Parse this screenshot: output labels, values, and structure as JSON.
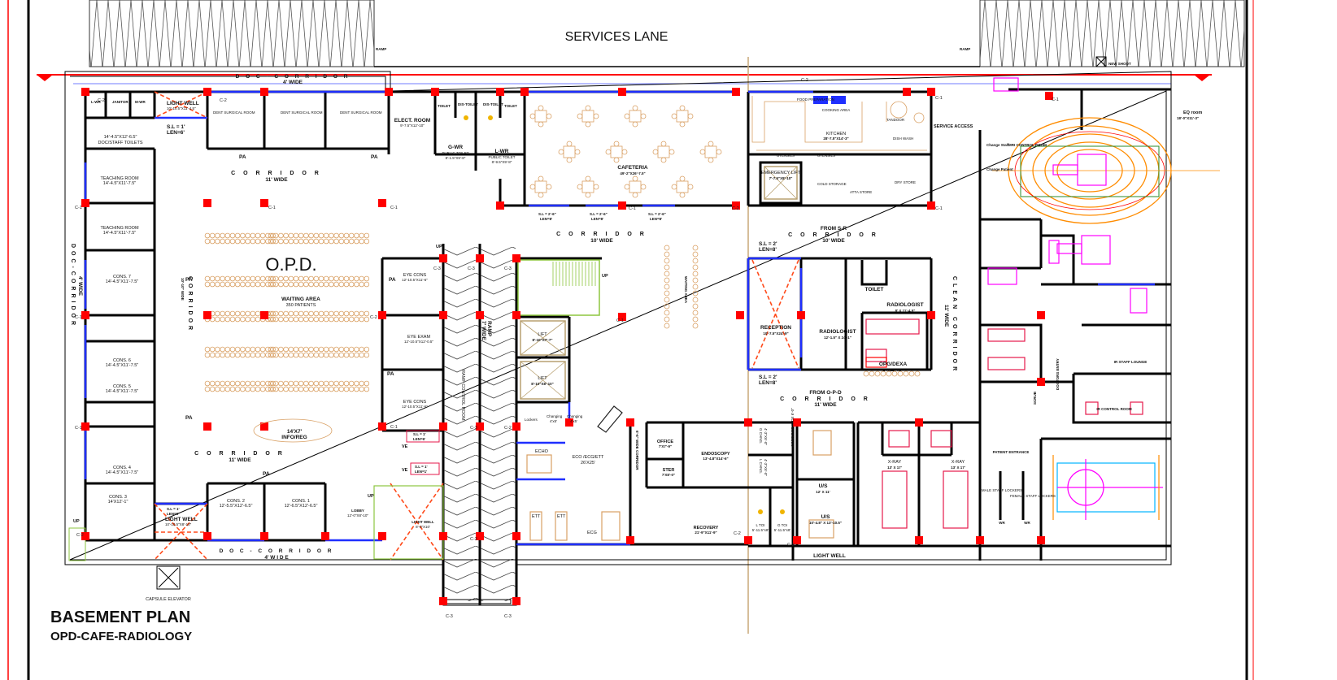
{
  "title": {
    "main": "BASEMENT PLAN",
    "sub": "OPD-CAFE-RADIOLOGY"
  },
  "site": {
    "services_lane": "SERVICES LANE",
    "ramp_left": "RAMP",
    "ramp_right": "RAMP",
    "new_shoot": "NEW SHOOT",
    "capsule_elevator": "CAPSULE ELEVATOR",
    "light_well_bottom": "LIGHT WELL",
    "up": "UP"
  },
  "columns": {
    "c1": "C-1",
    "c2": "C-2",
    "c3": "C-3"
  },
  "opd": {
    "title": "O.P.D.",
    "waiting": {
      "name": "WAITING AREA",
      "capacity": "350 PATIENTS"
    },
    "doc_corridor_top": {
      "name": "D O C - C O R R I D O R",
      "width": "4' WIDE"
    },
    "doc_corridor_left": {
      "name": "DOC-CORRIDOR",
      "width": "4' WIDE"
    },
    "doc_corridor_bottom": {
      "name": "D O C - C O R R I D O R",
      "width": "4' W I D E"
    },
    "corridor_top": {
      "name": "C O R R I D O R",
      "width": "11' WIDE"
    },
    "corridor_left": {
      "name": "CORRIDOR",
      "width": "10'-10\" WIDE"
    },
    "corridor_bottom": {
      "name": "C O R R I D O R",
      "width": "11' WIDE"
    },
    "light_well_top": {
      "name": "LIGHT WELL",
      "size": "10'-10.5\"X11'-4.5\"",
      "sill": "S.L = 1'",
      "len": "LEN=6'"
    },
    "light_well_bottom": {
      "name": "LIGHT WELL",
      "size": "10'-10.5\"X8'-10\"",
      "sill": "S.L = 1'",
      "len": "LEN=6'"
    },
    "light_well_stair": {
      "name": "LIGHT WELL",
      "size": "8'-0\"X10'"
    },
    "toilets_top": {
      "l_wr": "L-WR",
      "janitor": "JANITOR",
      "m_wr": "M-WR",
      "size": "14'-4.5\"X12'-6.5\"",
      "name": "DOC/STAFF TOILETS"
    },
    "dent_room": "DENT SURGICAL ROOM",
    "pa": "PA",
    "teaching": [
      {
        "name": "TEACHING ROOM",
        "size": "14'-4.5\"X11'-7.5\""
      },
      {
        "name": "TEACHING ROOM",
        "size": "14'-4.5\"X11'-7.5\""
      }
    ],
    "consults": [
      {
        "name": "CONS. 7",
        "size": "14'-4.5\"X11'-7.5\""
      },
      {
        "name": "CONS. 6",
        "size": "14'-4.5\"X11'-7.5\""
      },
      {
        "name": "CONS. 5",
        "size": "14'-4.5\"X11'-7.5\""
      },
      {
        "name": "CONS. 4",
        "size": "14'-4.5\"X11'-7.5\""
      },
      {
        "name": "CONS. 3",
        "size": "14'X12'-1\""
      },
      {
        "name": "CONS. 2",
        "size": "12'-5.5\"X12'-6.5\""
      },
      {
        "name": "CONS. 1",
        "size": "12'-6.5\"X12'-6.5\""
      }
    ],
    "eye": [
      {
        "name": "EYE CONS",
        "size": "12'-10.5\"X11'-6\""
      },
      {
        "name": "EYE EXAM",
        "size": "12'-10.5\"X12'-0.5\""
      },
      {
        "name": "EYE CONS",
        "size": "12'-10.5\"X11'-6\""
      }
    ],
    "info": {
      "size": "14'X7'",
      "name": "INFO/REG"
    },
    "lobby": {
      "name": "LOBBY",
      "size": "12'-0\"X8'-10\""
    },
    "eye_sill_1": {
      "sill": "S.L = 1'",
      "len": "LEN=6'"
    },
    "eye_sill_2": {
      "sill": "S.L = 1'",
      "len": "LEN=1'"
    },
    "ve": "VE"
  },
  "services": {
    "elect": {
      "name": "ELECT. ROOM",
      "size": "9'-7.5\"X12'-10\""
    },
    "toilet": "TOILET",
    "dis_toilet": "DIS-TOILET",
    "g_wr": {
      "name": "G-WR",
      "sub": "PUBLIC TOILET",
      "size": "8'-1.5\"X9'-8\""
    },
    "l_wr": {
      "name": "L-WR",
      "sub": "PUBLIC TOILET",
      "size": "8'-9.5\"X9'-8\""
    }
  },
  "cafe": {
    "name": "CAFETERIA",
    "size": "49'-2\"X26'-7.5\"",
    "sill": "S.L = 2'-6\"",
    "len": "LEN=8'",
    "corridor": {
      "name": "C O R R I D O R",
      "width": "10' WIDE"
    }
  },
  "kitchen": {
    "name": "KITCHEN",
    "size": "28'-7.5\"X14'-3\"",
    "food_prep": "FOOD PREPARATION",
    "cooking": "COOKING AREA",
    "tandoor": "TANDOOR",
    "dish_wash": "DISH WASH",
    "utensils": "UTENSILS",
    "cold_storage": "COLD STORAGE",
    "atta_store": "ATTA STORE",
    "dry_store": "DRY STORE",
    "emergency_lift": {
      "name": "EMERGENCY LIFT",
      "size": "7'-7.5\"X8'-10\""
    },
    "service_access": "SERVICE ACCESS"
  },
  "core": {
    "ramp": {
      "name": "RAMP",
      "width": "7' WIDE"
    },
    "ramp_control": "RAMP CONTROL ROOM",
    "lift1": {
      "name": "LIFT",
      "size": "8'-10\"X7'-7\""
    },
    "lift2": {
      "name": "LIFT",
      "size": "8'-10\"X8'-10\""
    },
    "waiting": "WAITING AREA"
  },
  "cardiac": {
    "lockers": "Lockers",
    "changing": "Changing",
    "changing_size": "4'x5'",
    "echo": "ECHO",
    "eco": {
      "name": "ECO /ECG/ETT",
      "size": "26'X25'"
    },
    "ett": "ETT",
    "ecg": "ECG",
    "corridor": "6'-6\" WIDE CORRIDOR"
  },
  "endo": {
    "office": {
      "name": "OFFICE",
      "size": "7'X7'-9\""
    },
    "ster": {
      "name": "STER",
      "size": "7'X8'-0\""
    },
    "endoscopy": {
      "name": "ENDOSCOPY",
      "size": "13'-4.8\"X14'-6\""
    },
    "recovery": {
      "name": "RECOVERY",
      "size": "21'-9\"X11'-9\""
    },
    "g_chng": {
      "name": "G CHNG.",
      "size": "4'-3\"X6'-0\""
    },
    "l_chng": {
      "name": "L CHNG.",
      "size": "4'-3\"X6'-0\""
    },
    "l_toi": {
      "name": "L TOI",
      "size": "5'-11.5\"x8'"
    },
    "g_toi": {
      "name": "G TOI",
      "size": "5'-11.5\"x8'"
    },
    "corridor": "CORRIDOR WIDE 6'-0\""
  },
  "radiology": {
    "from_sr": {
      "from": "FROM S-R",
      "name": "C O R R I D O R",
      "width": "10' WIDE"
    },
    "from_opd": {
      "from": "FROM O-P-D",
      "name": "C O R R I D O R",
      "width": "11' WIDE"
    },
    "sill": "S.L = 2'",
    "len": "LEN=8'",
    "reception": {
      "name": "RECEPTION",
      "size": "10'-7.5\"X24'-9\""
    },
    "radiologist1": {
      "name": "RADIOLOGIST",
      "size": "12'-1.5\" X 24'-1\""
    },
    "radiologist2": {
      "name": "RADIOLOGIST",
      "size": "8' X 11'-4.5\""
    },
    "toilet": "TOILET",
    "opg": {
      "name": "OPG/DEXA",
      "size": "14'X11'-4.8\""
    },
    "clean_corridor": {
      "name": "CLEAN CORRIDOR",
      "width": "11' WIDE"
    },
    "us1": {
      "name": "U/S",
      "size": "12' X 11'"
    },
    "us2": {
      "name": "U/S",
      "size": "10'-4.8\" X 13'-10.5\""
    },
    "xray1": {
      "name": "X-RAY",
      "size": "13' X 17'"
    },
    "xray2": {
      "name": "X-RAY",
      "size": "13' X 17'"
    },
    "patient_entrance": "PATIENT ENTRANCE",
    "male_lockers": "MALE STAFF LOCKERS",
    "female_lockers": "FEMALE STAFF LOCKERS",
    "wr": "WR",
    "doctors_entry": "DOCTORS ENTRY",
    "ir_control": "IR CONTROL ROOM",
    "ir_lounge": "IR STAFF LOUNGE",
    "scrub": "SCRUB",
    "eq_room": {
      "name": "EQ room",
      "size": "18'-0\"X11'-3\""
    },
    "change_staff": "Change Staff",
    "change_patient": "Change Patient",
    "mri_control": "MRI CONTROL ROOM"
  },
  "colors": {
    "wall": "#000000",
    "column": "#ff0000",
    "glazing": "#1f2fff",
    "furniture": "#d9a064",
    "equipment": "#ff00ff",
    "light_well": "#ff4a1a",
    "stair": "#8dc63f"
  }
}
